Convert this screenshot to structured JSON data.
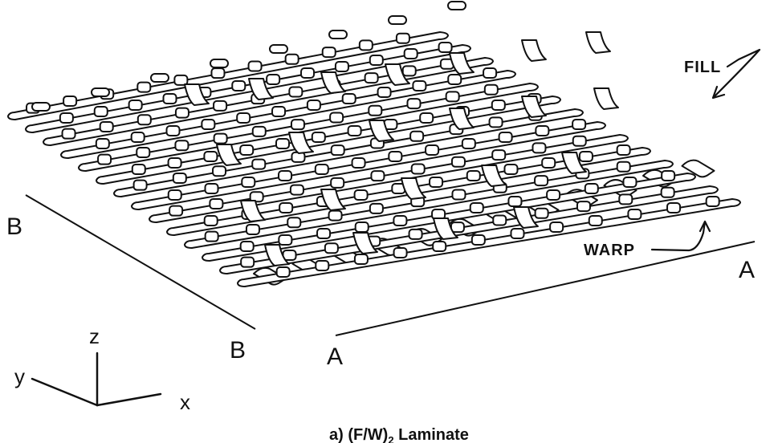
{
  "labels": {
    "fill": "FILL",
    "warp": "WARP",
    "a_right": "A",
    "a_bottom": "A",
    "b_left": "B",
    "b_bottom": "B"
  },
  "axes": {
    "z": "z",
    "y": "y",
    "x": "x"
  },
  "caption": {
    "prefix": "a) (F/W)",
    "subscript": "2",
    "suffix": " Laminate"
  }
}
